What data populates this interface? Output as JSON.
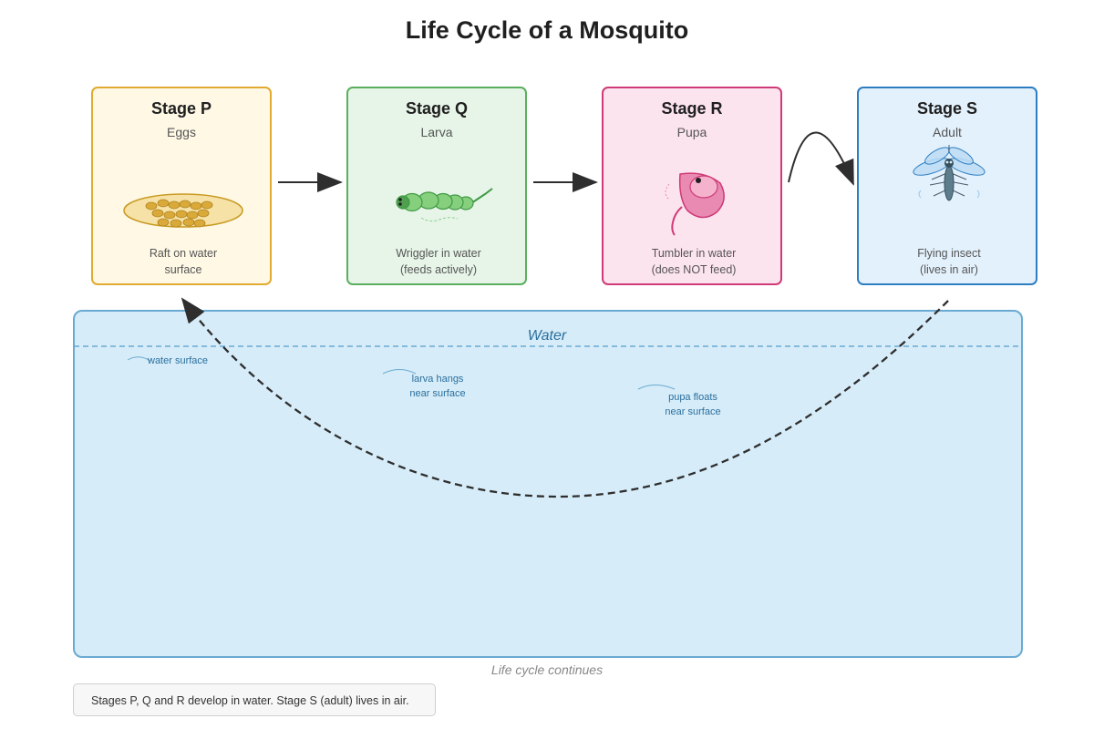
{
  "title": "Life Cycle of a Mosquito",
  "stages": [
    {
      "name": "Stage P",
      "sub": "Eggs",
      "desc": [
        "Raft on water",
        "surface"
      ],
      "border": "#e2aa30",
      "fill": "#fef8e5",
      "icon": "egg-raft-icon"
    },
    {
      "name": "Stage Q",
      "sub": "Larva",
      "desc": [
        "Wriggler in water",
        "(feeds actively)"
      ],
      "border": "#5aaf5e",
      "fill": "#e7f5e8",
      "icon": "larva-icon"
    },
    {
      "name": "Stage R",
      "sub": "Pupa",
      "desc": [
        "Tumbler in water",
        "(does NOT feed)"
      ],
      "border": "#cf3a78",
      "fill": "#fce4ee",
      "icon": "pupa-icon"
    },
    {
      "name": "Stage S",
      "sub": "Adult",
      "desc": [
        "Flying insect",
        "(lives in air)"
      ],
      "border": "#2e7dc0",
      "fill": "#e3f1fc",
      "icon": "adult-mosquito-icon"
    }
  ],
  "water": {
    "label": "Water",
    "notes": [
      "water surface",
      [
        "larva hangs",
        "near surface"
      ],
      [
        "pupa floats",
        "near surface"
      ]
    ],
    "fill": "#d6ecf8"
  },
  "cycle_label": "Life cycle continues",
  "footnote": "Stages P, Q and R develop in water. Stage S (adult) lives in air."
}
